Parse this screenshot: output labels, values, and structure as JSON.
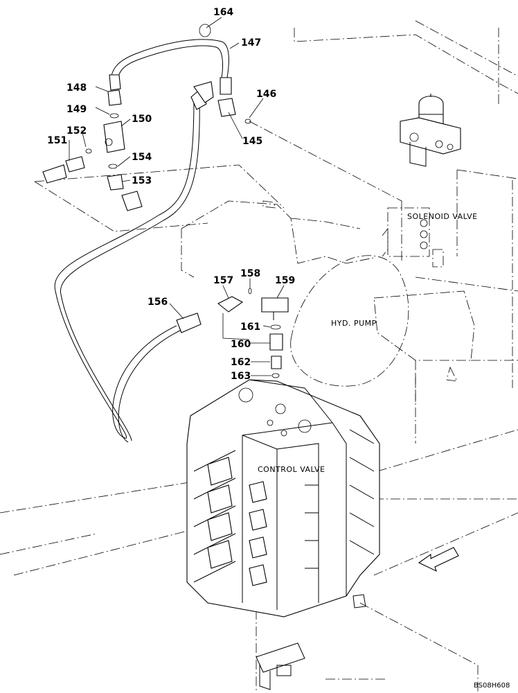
{
  "callouts": {
    "c164": "164",
    "c147": "147",
    "c148": "148",
    "c149": "149",
    "c150": "150",
    "c152": "152",
    "c151": "151",
    "c154": "154",
    "c153": "153",
    "c146": "146",
    "c145": "145",
    "c156": "156",
    "c157": "157",
    "c158": "158",
    "c159": "159",
    "c161": "161",
    "c160": "160",
    "c162": "162",
    "c163": "163"
  },
  "labels": {
    "solenoid_valve": "SOLENOID VALVE",
    "hyd_pump": "HYD. PUMP",
    "control_valve": "CONTROL VALVE"
  },
  "reference": "BS08H608"
}
